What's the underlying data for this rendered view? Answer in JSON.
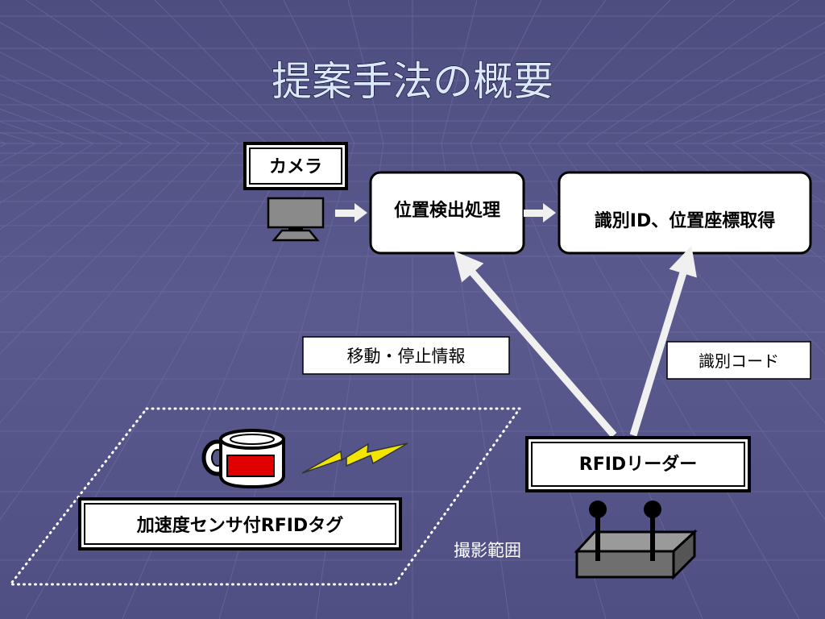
{
  "slide": {
    "title": "提案手法の概要",
    "camera_label": "カメラ",
    "process_box": "位置検出処理",
    "result_box": "識別ID、位置座標取得",
    "motion_label": "移動・停止情報",
    "idcode_label": "識別コード",
    "reader_label": "RFIDリーダー",
    "tag_label": "加速度センサ付RFIDタグ",
    "area_label": "撮影範囲"
  },
  "colors": {
    "background": "#57578a",
    "grid_line": "#6c6ca0",
    "title_text": "#dbe8fa",
    "box_fill": "#ffffff",
    "box_border": "#000000",
    "arrow": "#f0f0f0",
    "monitor": "#8a8a8a",
    "mug_label": "#e00000",
    "lightning": "#f2e600",
    "reader_body": "#6f6f6f",
    "capture_area_dots": "#ffffff"
  },
  "icons": [
    "monitor-icon",
    "mug-icon",
    "lightning-icon",
    "rfid-reader-icon"
  ]
}
